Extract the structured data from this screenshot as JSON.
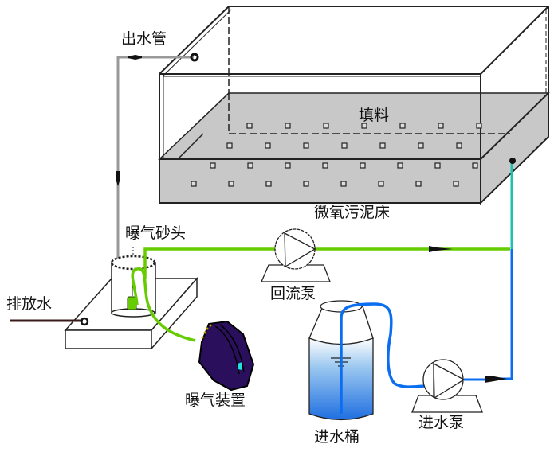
{
  "labels": {
    "outlet_pipe": "出水管",
    "filler": "填料",
    "sludge_bed": "微氧污泥床",
    "aeration_stone": "曝气砂头",
    "discharge": "排放水",
    "return_pump": "回流泵",
    "aerator": "曝气装置",
    "inlet_bucket": "进水桶",
    "inlet_pump": "进水泵"
  },
  "colors": {
    "return_line": "#66cc00",
    "inlet_line": "#0a6ef0",
    "inlet_riser": "#20c0b0",
    "bed_fill": "#c8c8c8",
    "aerator_body": "#2a0f5c",
    "pipe_gray": "#999999"
  }
}
